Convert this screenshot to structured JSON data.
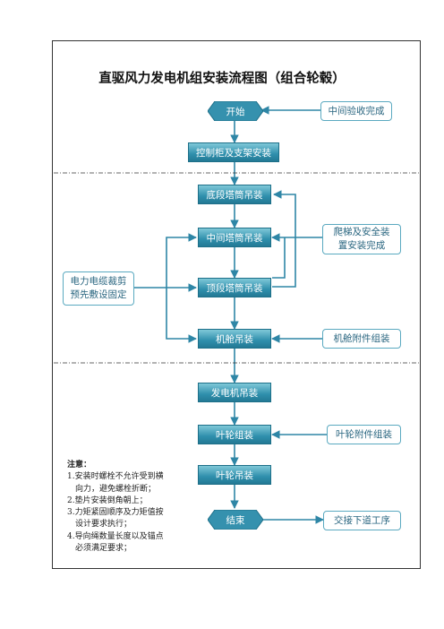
{
  "title": "直驱风力发电机组安装流程图（组合轮毂）",
  "start": "开始",
  "end": "结束",
  "steps": {
    "control_cabinet": "控制柜及支架安装",
    "bottom_tower": "底段塔筒吊装",
    "middle_tower": "中间塔筒吊装",
    "top_tower": "顶段塔筒吊装",
    "nacelle": "机舱吊装",
    "generator": "发电机吊装",
    "impeller_assembly": "叶轮组装",
    "impeller_lift": "叶轮吊装"
  },
  "side": {
    "midterm_acceptance": "中间验收完成",
    "ladder_safety_line1": "爬梯及安全装",
    "ladder_safety_line2": "置安装完成",
    "cable_line1": "电力电缆裁剪",
    "cable_line2": "预先敷设固定",
    "nacelle_accessories": "机舱附件组装",
    "impeller_accessories": "叶轮附件组装",
    "handover": "交接下道工序"
  },
  "notes": {
    "heading": "注意：",
    "items": [
      "1.安装时螺栓不允许受到横向力，避免螺栓折断；",
      "2.垫片安装倒角朝上；",
      "3.力矩紧固顺序及力矩值按设计要求执行；",
      "4.导向绳数量长度以及锚点必须满足要求；"
    ]
  },
  "colors": {
    "box_fill": "#3591ae",
    "connector": "#2e86a6",
    "side_border": "#5aa9c0"
  }
}
